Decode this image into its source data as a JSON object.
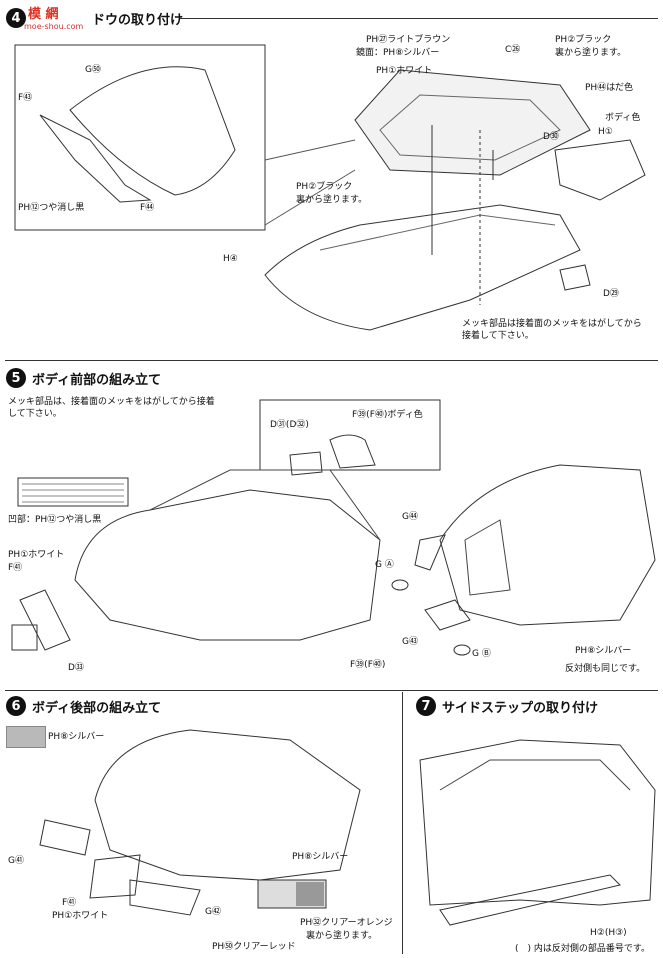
{
  "watermark": {
    "logo": "模 網",
    "url": "moe-shou.com"
  },
  "step4": {
    "title": "ドウの取り付け",
    "labels": {
      "g50": "G㊿",
      "f43": "F㊸",
      "ph12_matte": "PH⑫つや消し黒",
      "f44": "F㊹",
      "ph27_light_brown": "PH㉗ライトブラウン",
      "mirror_face_silver": "鏡面：PH⑧シルバー",
      "ph1_white": "PH①ホワイト",
      "c26": "C㉖",
      "ph2_black_a": "PH②ブラック",
      "paint_from_back_a": "裏から塗ります。",
      "ph44_skin": "PH㊹はだ色",
      "body_color": "ボディ色",
      "h1": "H①",
      "d30": "D㉚",
      "ph2_black_b": "PH②ブラック",
      "paint_from_back_b": "裏から塗ります。",
      "h4": "H④",
      "d29": "D㉙"
    },
    "plating_note": [
      "メッキ部品は接着面のメッキをはがしてから",
      "接着して下さい。"
    ]
  },
  "step5": {
    "number": "5",
    "title": "ボディ前部の組み立て",
    "plating_note": [
      "メッキ部品は、接着面のメッキをはがしてから接着",
      "して下さい。"
    ],
    "labels": {
      "d31_d32": "D㉛(D㉜)",
      "f39_f40_body": "F㊴(F㊵)ボディ色",
      "concave_ph12": "凹部：PH⑫つや消し黒",
      "ph1_white": "PH①ホワイト",
      "f41": "F㊶",
      "d33": "D㉝",
      "f39_f40": "F㊴(F㊵)",
      "g54": "G㊹",
      "g_a": "G Ⓐ",
      "g53": "G㊸",
      "g_b": "G Ⓑ",
      "ph8_silver": "PH⑧シルバー",
      "opposite_same": "反対側も同じです。"
    }
  },
  "step6": {
    "number": "6",
    "title": "ボディ後部の組み立て",
    "labels": {
      "ph8_silver_legend": "PH⑧シルバー",
      "g51": "G㊶",
      "f41": "F㊶",
      "ph1_white": "PH①ホワイト",
      "g52": "G㊷",
      "ph8_silver": "PH⑧シルバー",
      "ph32_clear_orange": "PH㉜クリアーオレンジ",
      "paint_from_back": "裏から塗ります。",
      "ph90_clear_red": "PH㊿クリアーレッド"
    }
  },
  "step7": {
    "number": "7",
    "title": "サイドステップの取り付け",
    "labels": {
      "h2_h3": "H②(H③)"
    },
    "footnote": "(　) 内は反対側の部品番号です。"
  },
  "colors": {
    "swatch_gray": "#b9b9b9",
    "accent_red": "#d32222"
  }
}
